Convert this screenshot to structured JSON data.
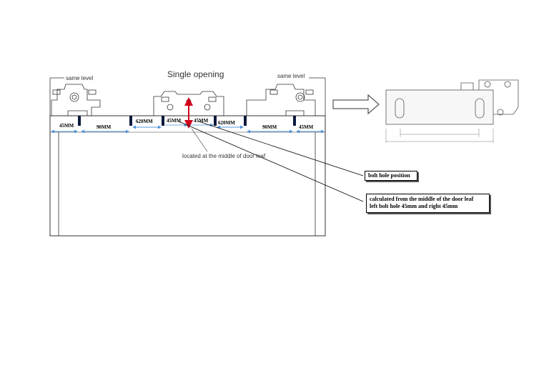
{
  "title": "Single opening",
  "same_level_label": "same level",
  "dimensions": [
    "45MM",
    "90MM",
    "620MM",
    "45MM",
    "45MM",
    "620MM",
    "90MM",
    "45MM"
  ],
  "center_note": "located at the middle of  door leaf",
  "callouts": {
    "bolt_hole_position": "bolt hole position",
    "calc_line1": "calculated from the middle of the door leaf",
    "calc_line2": "left bolt hole 45mm and right 45mm"
  },
  "colors": {
    "line": "#333333",
    "dimension_arrow": "#4a90d9",
    "center_marker": "#d0021b",
    "bolt": "#0a1a3a"
  },
  "icons": [
    "right-arrow-icon",
    "bracket-photo"
  ]
}
